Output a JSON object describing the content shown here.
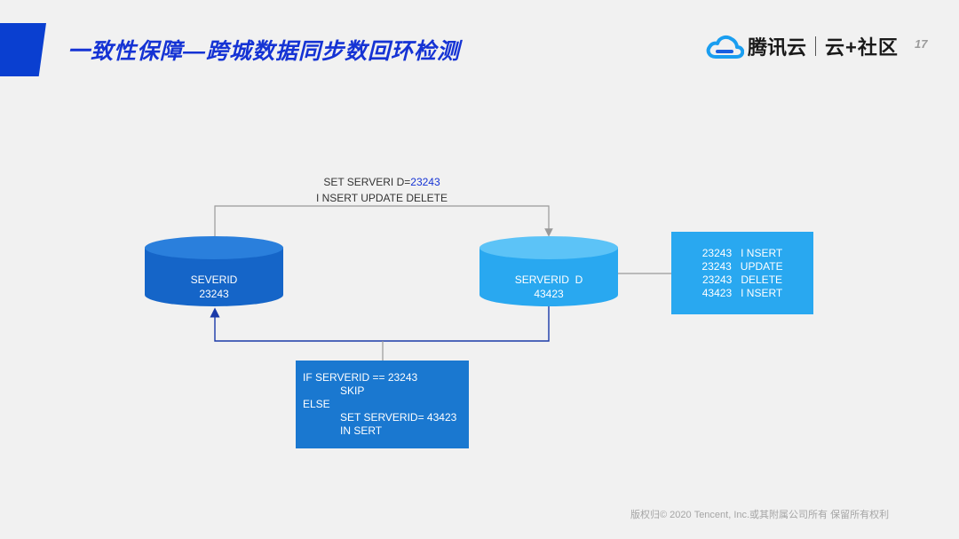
{
  "header": {
    "title": "一致性保障—跨城数据同步数回环检测",
    "logo": {
      "brand": "腾讯云",
      "community": "云+社区"
    },
    "page_number": "17"
  },
  "diagram": {
    "edge_label": {
      "line1_prefix": "SET SERVERI D=",
      "line1_value": "23243",
      "line2": "I NSERT UPDATE DELETE"
    },
    "left_db": {
      "line1": "SEVERID",
      "line2": "23243"
    },
    "right_db": {
      "line1": "SERVERID  D",
      "line2": "43423"
    },
    "log_box": {
      "rows": [
        "23243   I NSERT",
        "23243   UPDATE",
        "23243   DELETE",
        "43423   I NSERT"
      ]
    },
    "code_box": {
      "line1": "IF SERVERID == 23243",
      "line2": "SKIP",
      "line3": "ELSE",
      "line4": "SET SERVERID= 43423",
      "line5": "IN SERT"
    },
    "colors": {
      "left_db": "#1565c8",
      "right_db": "#29a8f0",
      "log_box": "#29a8f0",
      "code_box": "#1a78d0",
      "connector_gray": "#9a9a9a",
      "connector_blue": "#1a3aa8"
    }
  },
  "footer": {
    "copyright": "版权归© 2020 Tencent, Inc.或其附属公司所有 保留所有权利"
  }
}
